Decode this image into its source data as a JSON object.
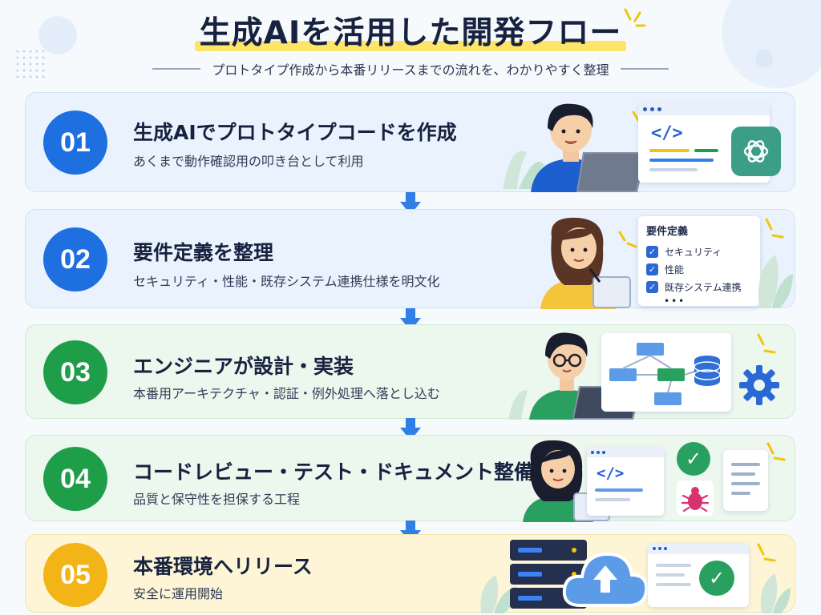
{
  "header": {
    "title": "生成AIを活用した開発フロー",
    "subtitle": "プロトタイプ作成から本番リリースまでの流れを、わかりやすく整理"
  },
  "colors": {
    "blue": "#1e6fe0",
    "green": "#1f9e4a",
    "yellow": "#f2b416",
    "arrow": "#2f7fe6"
  },
  "steps": [
    {
      "num": "01",
      "title": "生成AIでプロトタイプコードを作成",
      "desc": "あくまで動作確認用の叩き台として利用"
    },
    {
      "num": "02",
      "title": "要件定義を整理",
      "desc": "セキュリティ・性能・既存システム連携仕様を明文化"
    },
    {
      "num": "03",
      "title": "エンジニアが設計・実装",
      "desc": "本番用アーキテクチャ・認証・例外処理へ落とし込む"
    },
    {
      "num": "04",
      "title": "コードレビュー・テスト・ドキュメント整備",
      "desc": "品質と保守性を担保する工程"
    },
    {
      "num": "05",
      "title": "本番環境へリリース",
      "desc": "安全に運用開始"
    }
  ],
  "checklist": {
    "title": "要件定義",
    "items": [
      "セキュリティ",
      "性能",
      "既存システム連携"
    ],
    "more": "•••"
  },
  "icons": {
    "code": "</>"
  }
}
